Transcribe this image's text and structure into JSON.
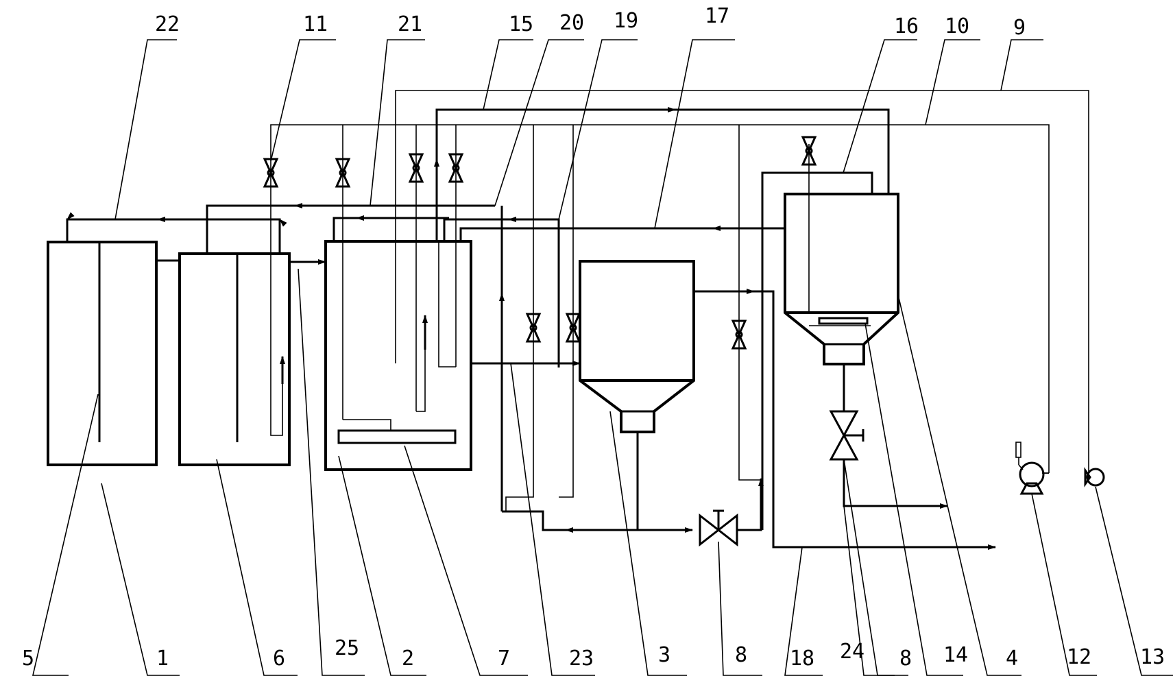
{
  "labels": {
    "l1": "1",
    "l2": "2",
    "l3": "3",
    "l4": "4",
    "l5": "5",
    "l6": "6",
    "l7": "7",
    "l8a": "8",
    "l8b": "8",
    "l9": "9",
    "l10": "10",
    "l11": "11",
    "l12": "12",
    "l13": "13",
    "l14": "14",
    "l15": "15",
    "l16": "16",
    "l17": "17",
    "l18": "18",
    "l19": "19",
    "l20": "20",
    "l21": "21",
    "l22": "22",
    "l23": "23",
    "l24": "24",
    "l25": "25"
  },
  "colors": {
    "line": "#000000",
    "background": "#ffffff"
  }
}
